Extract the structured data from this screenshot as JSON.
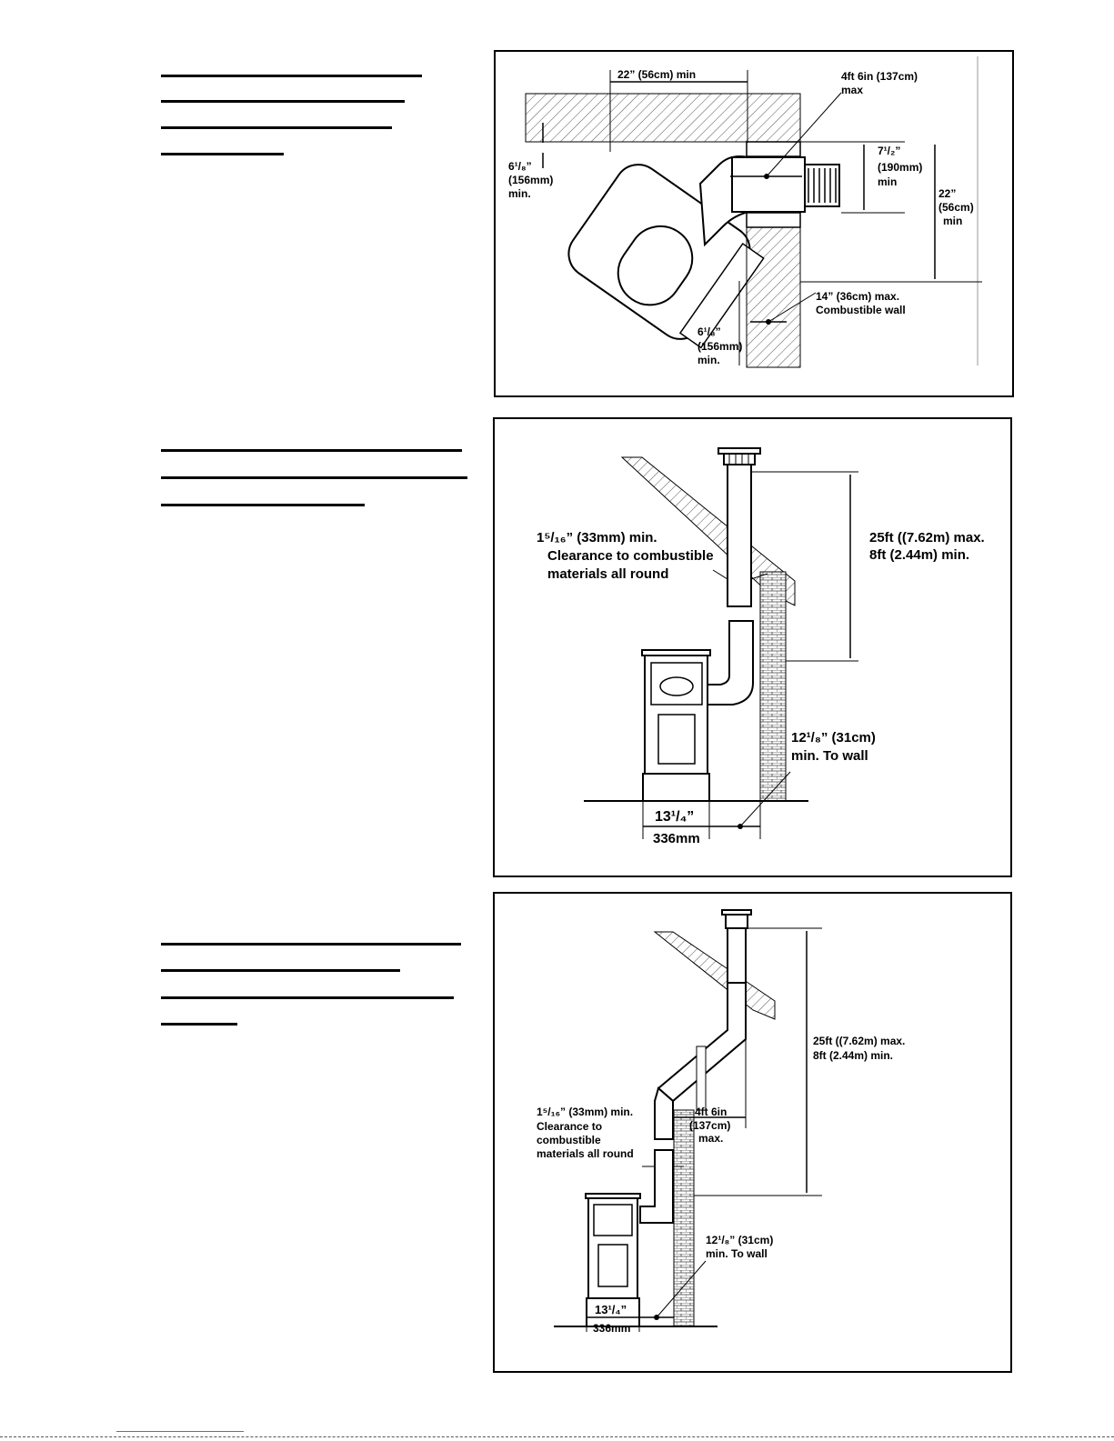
{
  "fig1": {
    "clear_top": "22” (56cm) min",
    "max_run_line1": "4ft 6in (137cm)",
    "max_run_line2": "max",
    "left_clear_line1": "6¹/₈”",
    "left_clear_line2": "(156mm)",
    "left_clear_line3": "min.",
    "height_line1": "7¹/₂”",
    "height_line2": "(190mm)",
    "height_line3": "min",
    "right_clear_line1": "22”",
    "right_clear_line2": "(56cm)",
    "right_clear_line3": "min",
    "wall_line1": "14” (36cm) max.",
    "wall_line2": "Combustible wall",
    "bottom_clear_line1": "6¹/₈”",
    "bottom_clear_line2": "(156mm)",
    "bottom_clear_line3": "min."
  },
  "fig2": {
    "clearance_line1": "1⁵/₁₆” (33mm) min.",
    "clearance_line2": "Clearance to combustible",
    "clearance_line3": "materials all round",
    "height_line1": "25ft ((7.62m) max.",
    "height_line2": "8ft (2.44m) min.",
    "wall_line1": "12¹/₈” (31cm)",
    "wall_line2": "min. To wall",
    "base_line1": "13¹/₄”",
    "base_line2": "336mm"
  },
  "fig3": {
    "height_line1": "25ft ((7.62m) max.",
    "height_line2": "8ft (2.44m) min.",
    "clearance_line1": "1⁵/₁₆” (33mm) min.",
    "clearance_line2": "Clearance to",
    "clearance_line3": "combustible",
    "clearance_line4": "materials all round",
    "offset_line1": "4ft 6in",
    "offset_line2": "(137cm)",
    "offset_line3": "max.",
    "wall_line1": "12¹/₈” (31cm)",
    "wall_line2": "min. To wall",
    "base_line1": "13¹/₄”",
    "base_line2": "336mm"
  }
}
